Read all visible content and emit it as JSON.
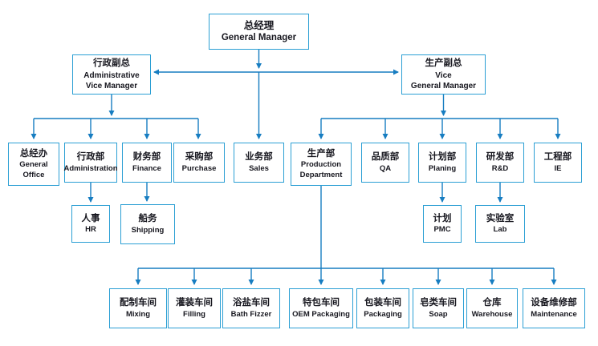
{
  "colors": {
    "box_border": "#2b9fd4",
    "connector_line": "#177dc1",
    "text": "#17171f",
    "background": "#ffffff"
  },
  "nodes": {
    "gm": {
      "zh": "总经理",
      "en": "General Manager"
    },
    "avm": {
      "zh": "行政副总",
      "en": "Administrative\nVice Manager"
    },
    "vgm": {
      "zh": "生产副总",
      "en": "Vice\nGeneral Manager"
    },
    "go": {
      "zh": "总经办",
      "en": "General\nOffice"
    },
    "adm": {
      "zh": "行政部",
      "en": "Administration"
    },
    "fin": {
      "zh": "财务部",
      "en": "Finance"
    },
    "pur": {
      "zh": "采购部",
      "en": "Purchase"
    },
    "sal": {
      "zh": "业务部",
      "en": "Sales"
    },
    "prod": {
      "zh": "生产部",
      "en": "Production\nDepartment"
    },
    "qa": {
      "zh": "品质部",
      "en": "QA"
    },
    "plan": {
      "zh": "计划部",
      "en": "Planing"
    },
    "rd": {
      "zh": "研发部",
      "en": "R&D"
    },
    "ie": {
      "zh": "工程部",
      "en": "IE"
    },
    "hr": {
      "zh": "人事",
      "en": "HR"
    },
    "ship": {
      "zh": "船务",
      "en": "Shipping"
    },
    "pmc": {
      "zh": "计划",
      "en": "PMC"
    },
    "lab": {
      "zh": "实验室",
      "en": "Lab"
    },
    "mix": {
      "zh": "配制车间",
      "en": "Mixing"
    },
    "fill": {
      "zh": "灌装车间",
      "en": "Filling"
    },
    "bath": {
      "zh": "浴盐车间",
      "en": "Bath Fizzer"
    },
    "oem": {
      "zh": "特包车间",
      "en": "OEM Packaging"
    },
    "pack": {
      "zh": "包装车间",
      "en": "Packaging"
    },
    "soap": {
      "zh": "皂类车间",
      "en": "Soap"
    },
    "wh": {
      "zh": "仓库",
      "en": "Warehouse"
    },
    "maint": {
      "zh": "设备维修部",
      "en": "Maintenance"
    }
  },
  "edges": [
    [
      "gm",
      "avm"
    ],
    [
      "gm",
      "vgm"
    ],
    [
      "gm",
      "sal"
    ],
    [
      "avm",
      "go"
    ],
    [
      "avm",
      "adm"
    ],
    [
      "avm",
      "fin"
    ],
    [
      "avm",
      "pur"
    ],
    [
      "adm",
      "hr"
    ],
    [
      "fin",
      "ship"
    ],
    [
      "vgm",
      "prod"
    ],
    [
      "vgm",
      "qa"
    ],
    [
      "vgm",
      "plan"
    ],
    [
      "vgm",
      "rd"
    ],
    [
      "vgm",
      "ie"
    ],
    [
      "plan",
      "pmc"
    ],
    [
      "rd",
      "lab"
    ],
    [
      "prod",
      "mix"
    ],
    [
      "prod",
      "fill"
    ],
    [
      "prod",
      "bath"
    ],
    [
      "prod",
      "oem"
    ],
    [
      "prod",
      "pack"
    ],
    [
      "prod",
      "soap"
    ],
    [
      "prod",
      "wh"
    ],
    [
      "prod",
      "maint"
    ]
  ]
}
